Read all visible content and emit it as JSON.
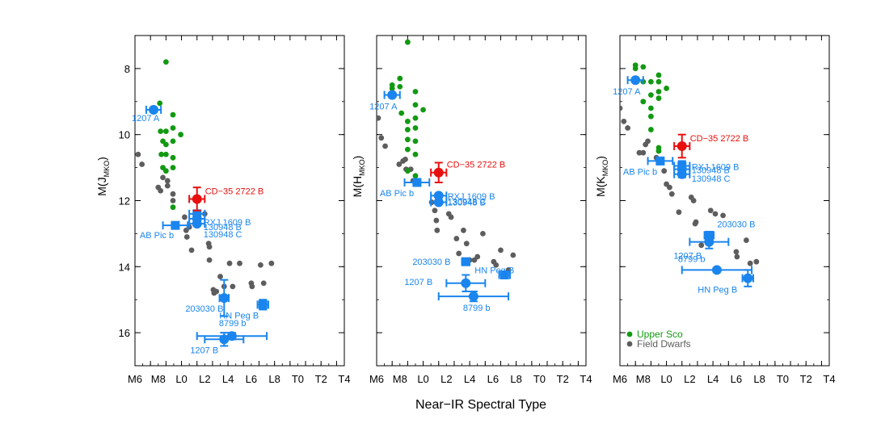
{
  "figure": {
    "xlabel": "Near−IR Spectral Type",
    "colors": {
      "upper_sco": "#129912",
      "field": "#5d5d5d",
      "target": "#e8100e",
      "companion": "#1a85ee",
      "axis": "#000000"
    }
  },
  "legend": {
    "placement": "bottom-left of third panel",
    "items": [
      {
        "label": "Upper Sco",
        "color": "#129912"
      },
      {
        "label": "Field Dwarfs",
        "color": "#5d5d5d"
      }
    ]
  },
  "chart_data": [
    {
      "type": "scatter",
      "ylabel_main": "M(J",
      "ylabel_sub": "MKO",
      "ylabel_end": ")",
      "xlim": [
        -4,
        23
      ],
      "ylim": [
        17,
        7
      ],
      "x_ticks": [
        -4,
        -2,
        0,
        2,
        4,
        6,
        8,
        10,
        12,
        14,
        16,
        18,
        20,
        22
      ],
      "x_tick_labels": [
        "M6",
        "M8",
        "L0",
        "L2",
        "L4",
        "L6",
        "L8",
        "T0",
        "T2",
        "T4"
      ],
      "y_ticks": [
        8,
        10,
        12,
        14,
        16
      ],
      "y_tick_labels": [
        "8",
        "10",
        "12",
        "14",
        "16"
      ],
      "upper_sco": [
        [
          -1.6,
          9.2
        ],
        [
          -0.8,
          9.05
        ],
        [
          -0.7,
          9.9
        ],
        [
          -0.6,
          10.6
        ],
        [
          -0.4,
          10.2
        ],
        [
          -0.4,
          11.0
        ],
        [
          0,
          7.8
        ],
        [
          0,
          9.9
        ],
        [
          0,
          10.3
        ],
        [
          0,
          10.6
        ],
        [
          0,
          11.1
        ],
        [
          0.9,
          9.4
        ],
        [
          0.9,
          9.8
        ],
        [
          0.9,
          10.2
        ],
        [
          0.9,
          10.7
        ],
        [
          0.9,
          11.0
        ],
        [
          1.9,
          10.0
        ],
        [
          0.9,
          12.2
        ]
      ],
      "field": [
        [
          -3.6,
          10.6
        ],
        [
          -3.1,
          10.9
        ],
        [
          -1.0,
          11.6
        ],
        [
          -0.7,
          11.7
        ],
        [
          -0.4,
          11.3
        ],
        [
          0.2,
          11.4
        ],
        [
          0.2,
          11.55
        ],
        [
          0.9,
          11.8
        ],
        [
          0.9,
          12.0
        ],
        [
          2.4,
          12.5
        ],
        [
          2.6,
          12.9
        ],
        [
          2.7,
          13.1
        ],
        [
          3.0,
          12.8
        ],
        [
          3.3,
          13.5
        ],
        [
          5.0,
          12.4
        ],
        [
          5.5,
          13.3
        ],
        [
          5.6,
          13.4
        ],
        [
          5.6,
          13.8
        ],
        [
          6.1,
          14.7
        ],
        [
          6.2,
          14.8
        ],
        [
          6.5,
          14.75
        ],
        [
          7.0,
          14.3
        ],
        [
          7.5,
          14.6
        ],
        [
          8.2,
          13.9
        ],
        [
          8.6,
          14.6
        ],
        [
          9.5,
          13.9
        ],
        [
          11.0,
          14.5
        ],
        [
          11.1,
          14.6
        ],
        [
          12.2,
          13.95
        ],
        [
          12.6,
          14.5
        ],
        [
          13.6,
          13.9
        ]
      ],
      "targets": [
        {
          "name": "CD−35 2722 B",
          "x": 4.0,
          "y": 11.95,
          "xerr": 1.0,
          "yerr": 0.35,
          "marker": "circle",
          "color": "#e8100e"
        }
      ],
      "companions": [
        {
          "name": "1207 A",
          "x": -1.6,
          "y": 9.25,
          "xerr": 0.95,
          "yerr": 0,
          "marker": "circle"
        },
        {
          "name": "RXJ 1609 B",
          "x": 4.0,
          "y": 12.4,
          "xerr": 1.0,
          "yerr": 0,
          "marker": "square"
        },
        {
          "name": "130948 B",
          "x": 4.0,
          "y": 12.55,
          "xerr": 1.0,
          "yerr": 0,
          "marker": "circle"
        },
        {
          "name": "130948 C",
          "x": 4.0,
          "y": 12.7,
          "xerr": 1.0,
          "yerr": 0,
          "marker": "circle"
        },
        {
          "name": "AB Pic b",
          "x": 1.2,
          "y": 12.75,
          "xerr": 1.6,
          "yerr": 0,
          "marker": "square"
        },
        {
          "name": "203030 B",
          "x": 7.5,
          "y": 14.95,
          "xerr": 0.6,
          "yerr": 0.55,
          "marker": "circle"
        },
        {
          "name": "HN Peg B",
          "x": 12.5,
          "y": 15.15,
          "xerr": 0.7,
          "yerr": 0.15,
          "marker": "square"
        },
        {
          "name": "8799 b",
          "x": 8.5,
          "y": 16.1,
          "xerr": 4.5,
          "yerr": 0.1,
          "marker": "circle"
        },
        {
          "name": "1207 B",
          "x": 7.5,
          "y": 16.2,
          "xerr": 2.5,
          "yerr": 0.2,
          "marker": "circle"
        }
      ]
    },
    {
      "type": "scatter",
      "ylabel_main": "M(H",
      "ylabel_sub": "MKO",
      "ylabel_end": ")",
      "xlim": [
        -4,
        23
      ],
      "ylim": [
        17,
        7
      ],
      "x_ticks": [
        -4,
        -2,
        0,
        2,
        4,
        6,
        8,
        10,
        12,
        14,
        16,
        18,
        20,
        22
      ],
      "x_tick_labels": [
        "M6",
        "M8",
        "L0",
        "L2",
        "L4",
        "L6",
        "L8",
        "T0",
        "T2",
        "T4"
      ],
      "y_ticks": [
        8,
        10,
        12,
        14,
        16
      ],
      "y_tick_labels": [
        "",
        "",
        "",
        "",
        ""
      ],
      "upper_sco": [
        [
          -2.0,
          8.5
        ],
        [
          -2.0,
          8.6
        ],
        [
          -1.0,
          8.3
        ],
        [
          -1.0,
          8.55
        ],
        [
          -0.8,
          9.35
        ],
        [
          0,
          7.2
        ],
        [
          0,
          9.6
        ],
        [
          0,
          9.85
        ],
        [
          0,
          10.15
        ],
        [
          0,
          10.45
        ],
        [
          0,
          11.1
        ],
        [
          1.0,
          8.7
        ],
        [
          1.0,
          9.1
        ],
        [
          1.0,
          9.5
        ],
        [
          1.0,
          9.8
        ],
        [
          1.0,
          10.2
        ],
        [
          1.0,
          10.6
        ],
        [
          1.0,
          11.25
        ],
        [
          2.0,
          9.25
        ]
      ],
      "field": [
        [
          -3.8,
          9.5
        ],
        [
          -3.4,
          10.1
        ],
        [
          -2.9,
          10.35
        ],
        [
          -1.1,
          10.9
        ],
        [
          -0.6,
          10.8
        ],
        [
          -0.3,
          10.75
        ],
        [
          -0.2,
          11.05
        ],
        [
          0.4,
          11.05
        ],
        [
          0.7,
          11.4
        ],
        [
          1.1,
          11.4
        ],
        [
          3.1,
          12.05
        ],
        [
          3.5,
          12.3
        ],
        [
          3.7,
          12.6
        ],
        [
          3.8,
          12.9
        ],
        [
          5.3,
          12.4
        ],
        [
          5.6,
          12.5
        ],
        [
          6.3,
          13.15
        ],
        [
          6.6,
          13.6
        ],
        [
          7.2,
          12.9
        ],
        [
          7.6,
          13.3
        ],
        [
          8.0,
          13.8
        ],
        [
          8.6,
          13.8
        ],
        [
          9.0,
          13.7
        ],
        [
          9.7,
          13.0
        ],
        [
          11.1,
          13.85
        ],
        [
          11.4,
          13.95
        ],
        [
          12.0,
          13.5
        ],
        [
          13.0,
          14.1
        ],
        [
          13.6,
          13.65
        ]
      ],
      "targets": [
        {
          "name": "CD−35 2722 B",
          "x": 4.0,
          "y": 11.15,
          "xerr": 1.0,
          "yerr": 0.3,
          "marker": "circle",
          "color": "#e8100e"
        }
      ],
      "companions": [
        {
          "name": "1207 A",
          "x": -2.0,
          "y": 8.8,
          "xerr": 1.0,
          "yerr": 0,
          "marker": "circle"
        },
        {
          "name": "AB Pic b",
          "x": 1.2,
          "y": 11.45,
          "xerr": 1.6,
          "yerr": 0,
          "marker": "square"
        },
        {
          "name": "RXJ 1609 B",
          "x": 4.0,
          "y": 11.55,
          "xerr": 0,
          "yerr": 0,
          "marker": "none"
        },
        {
          "name": "130948 B",
          "x": 4.0,
          "y": 11.85,
          "xerr": 1.0,
          "yerr": 0,
          "marker": "circle"
        },
        {
          "name": "130948 C",
          "x": 4.0,
          "y": 12.05,
          "xerr": 1.0,
          "yerr": 0,
          "marker": "circle"
        },
        {
          "name": "203030 B",
          "x": 7.5,
          "y": 13.85,
          "xerr": 0.5,
          "yerr": 0,
          "marker": "square"
        },
        {
          "name": "HN Peg B",
          "x": 12.5,
          "y": 14.25,
          "xerr": 0.7,
          "yerr": 0,
          "marker": "square"
        },
        {
          "name": "1207 B",
          "x": 7.5,
          "y": 14.5,
          "xerr": 2.5,
          "yerr": 0.25,
          "marker": "circle"
        },
        {
          "name": "8799 b",
          "x": 8.5,
          "y": 14.9,
          "xerr": 4.5,
          "yerr": 0.15,
          "marker": "circle"
        }
      ]
    },
    {
      "type": "scatter",
      "ylabel_main": "M(K",
      "ylabel_sub": "MKO",
      "ylabel_end": ")",
      "xlim": [
        -4,
        23
      ],
      "ylim": [
        17,
        7
      ],
      "x_ticks": [
        -4,
        -2,
        0,
        2,
        4,
        6,
        8,
        10,
        12,
        14,
        16,
        18,
        20,
        22
      ],
      "x_tick_labels": [
        "M6",
        "M8",
        "L0",
        "L2",
        "L4",
        "L6",
        "L8",
        "T0",
        "T2",
        "T4"
      ],
      "y_ticks": [
        8,
        10,
        12,
        14,
        16
      ],
      "y_tick_labels": [
        "",
        "",
        "",
        "",
        ""
      ],
      "upper_sco": [
        [
          -2.0,
          7.9
        ],
        [
          -2.0,
          8.0
        ],
        [
          -1.0,
          7.95
        ],
        [
          -1.0,
          8.4
        ],
        [
          -1.0,
          9.0
        ],
        [
          0,
          8.4
        ],
        [
          0,
          8.8
        ],
        [
          0,
          9.2
        ],
        [
          0,
          9.45
        ],
        [
          0,
          9.85
        ],
        [
          1.0,
          8.2
        ],
        [
          1.0,
          8.4
        ],
        [
          1.0,
          8.7
        ],
        [
          1.0,
          8.9
        ],
        [
          1.0,
          10.4
        ],
        [
          1.0,
          10.5
        ],
        [
          2.0,
          8.6
        ]
      ],
      "field": [
        [
          -4.0,
          9.2
        ],
        [
          -3.5,
          9.6
        ],
        [
          -3.0,
          9.8
        ],
        [
          -1.5,
          10.55
        ],
        [
          -1.0,
          10.55
        ],
        [
          -0.7,
          10.3
        ],
        [
          -0.4,
          10.2
        ],
        [
          0.7,
          10.7
        ],
        [
          1.7,
          11.1
        ],
        [
          2.0,
          11.5
        ],
        [
          2.4,
          11.6
        ],
        [
          2.7,
          11.8
        ],
        [
          3.6,
          12.35
        ],
        [
          5.2,
          11.9
        ],
        [
          5.5,
          12.0
        ],
        [
          5.7,
          12.7
        ],
        [
          5.8,
          12.65
        ],
        [
          6.5,
          13.35
        ],
        [
          7.7,
          12.3
        ],
        [
          8.3,
          12.4
        ],
        [
          9.3,
          12.45
        ],
        [
          11.0,
          13.55
        ],
        [
          11.1,
          13.7
        ],
        [
          12.3,
          13.2
        ],
        [
          12.8,
          13.9
        ],
        [
          13.6,
          13.85
        ]
      ],
      "targets": [
        {
          "name": "CD−35 2722 B",
          "x": 4.0,
          "y": 10.35,
          "xerr": 1.0,
          "yerr": 0.35,
          "marker": "circle",
          "color": "#e8100e"
        }
      ],
      "companions": [
        {
          "name": "1207 A",
          "x": -2.0,
          "y": 8.35,
          "xerr": 1.0,
          "yerr": 0,
          "marker": "circle"
        },
        {
          "name": "AB Pic b",
          "x": 1.2,
          "y": 10.8,
          "xerr": 1.6,
          "yerr": 0,
          "marker": "square"
        },
        {
          "name": "RXJ 1609 B",
          "x": 4.0,
          "y": 10.95,
          "xerr": 1.0,
          "yerr": 0,
          "marker": "square"
        },
        {
          "name": "130948 B",
          "x": 4.0,
          "y": 11.05,
          "xerr": 1.0,
          "yerr": 0.25,
          "marker": "circle"
        },
        {
          "name": "130948 C",
          "x": 4.0,
          "y": 11.2,
          "xerr": 1.0,
          "yerr": 0,
          "marker": "circle"
        },
        {
          "name": "203030 B",
          "x": 7.5,
          "y": 13.05,
          "xerr": 0.6,
          "yerr": 0,
          "marker": "square"
        },
        {
          "name": "1207 B",
          "x": 7.5,
          "y": 13.25,
          "xerr": 2.5,
          "yerr": 0.2,
          "marker": "circle"
        },
        {
          "name": "8799 b",
          "x": 8.5,
          "y": 14.1,
          "xerr": 4.5,
          "yerr": 0,
          "marker": "circle"
        },
        {
          "name": "HN Peg B",
          "x": 12.5,
          "y": 14.35,
          "xerr": 0.7,
          "yerr": 0.25,
          "marker": "circle"
        }
      ]
    }
  ]
}
